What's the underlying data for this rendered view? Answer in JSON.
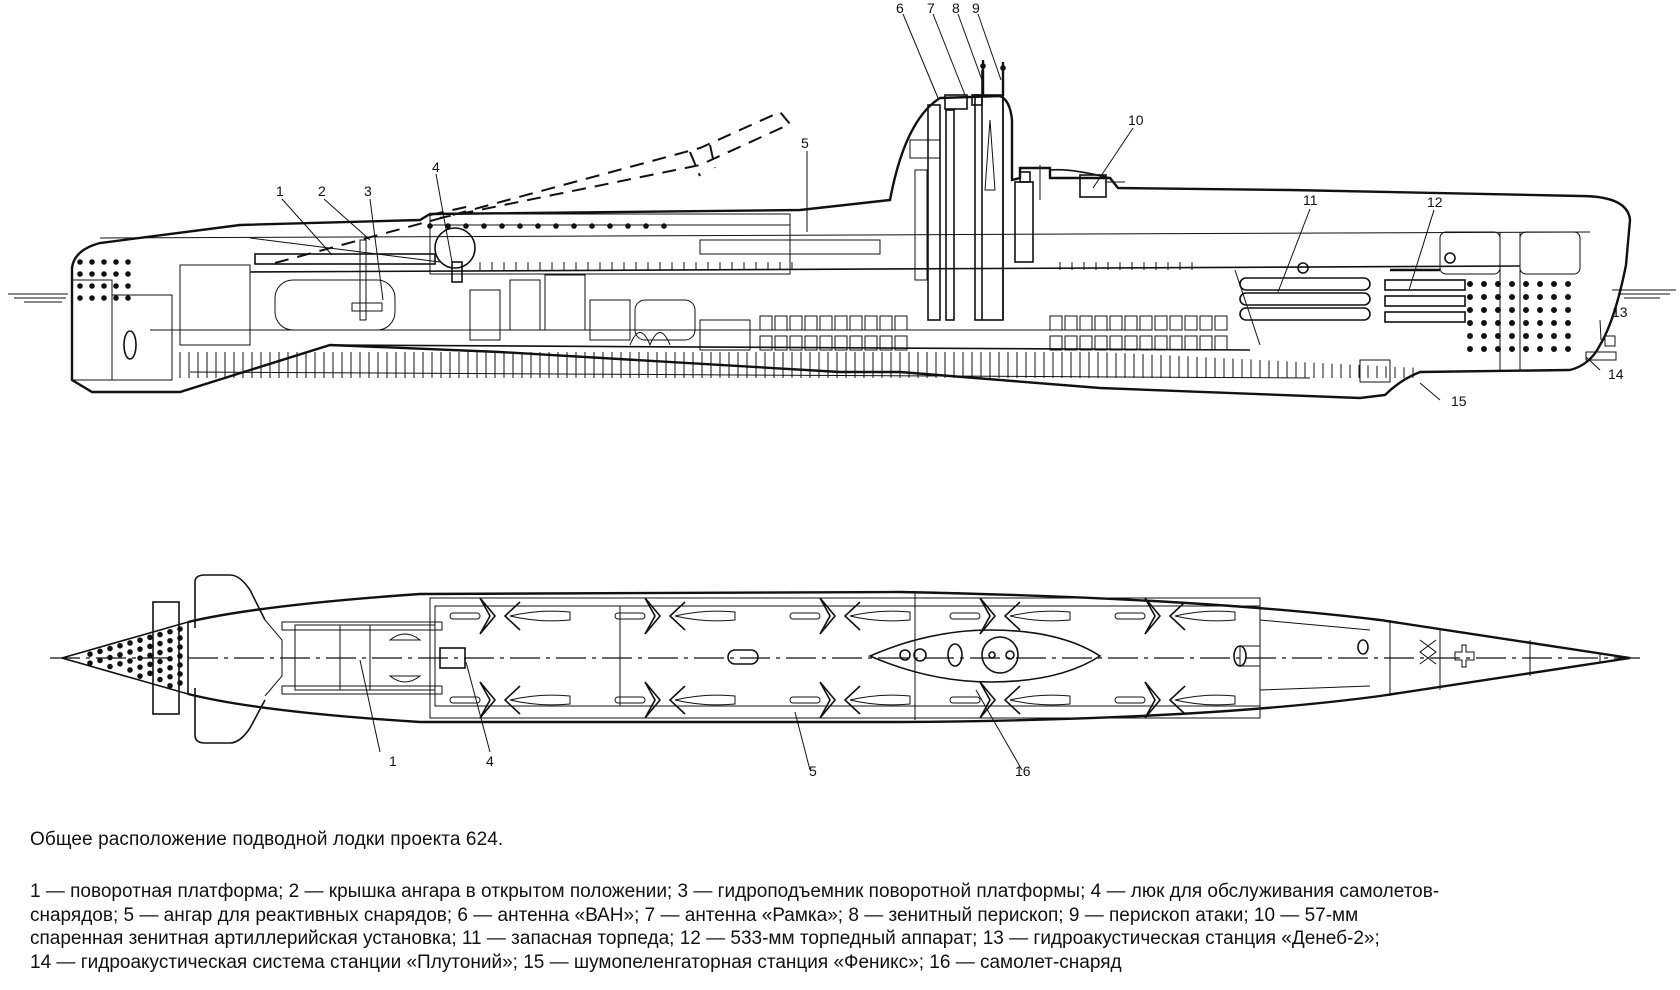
{
  "figure": {
    "title": "Общее расположение подводной лодки проекта 624.",
    "views": [
      "side-profile-cutaway",
      "top-plan"
    ],
    "side_view_callouts": [
      "1",
      "2",
      "3",
      "4",
      "5",
      "6",
      "7",
      "8",
      "9",
      "10",
      "11",
      "12",
      "13",
      "14",
      "15"
    ],
    "top_view_callouts": [
      "1",
      "4",
      "5",
      "16"
    ],
    "legend_lines": [
      "1 — поворотная платформа; 2 — крышка ангара в открытом положении; 3 — гидроподъемник поворотной платформы; 4 — люк для обслуживания самолетов-",
      "снарядов; 5 — ангар для реактивных снарядов; 6 — антенна «ВАН»; 7 — антенна «Рамка»; 8 — зенитный перископ; 9 — перископ атаки; 10 — 57-мм",
      "спаренная зенитная артиллерийская установка; 11 — запасная торпеда; 12 — 533-мм торпедный аппарат; 13 — гидроакустическая станция «Денеб-2»;",
      "14 — гидроакустическая система станции «Плутоний»; 15 — шумопеленгаторная станция «Феникс»; 16 — самолет-снаряд"
    ],
    "legend_items": [
      {
        "num": "1",
        "label": "поворотная платформа"
      },
      {
        "num": "2",
        "label": "крышка ангара в открытом положении"
      },
      {
        "num": "3",
        "label": "гидроподъемник поворотной платформы"
      },
      {
        "num": "4",
        "label": "люк для обслуживания самолетов-снарядов"
      },
      {
        "num": "5",
        "label": "ангар для реактивных снарядов"
      },
      {
        "num": "6",
        "label": "антенна «ВАН»"
      },
      {
        "num": "7",
        "label": "антенна «Рамка»"
      },
      {
        "num": "8",
        "label": "зенитный перископ"
      },
      {
        "num": "9",
        "label": "перископ атаки"
      },
      {
        "num": "10",
        "label": "57-мм спаренная зенитная артиллерийская установка"
      },
      {
        "num": "11",
        "label": "запасная торпеда"
      },
      {
        "num": "12",
        "label": "533-мм торпедный аппарат"
      },
      {
        "num": "13",
        "label": "гидроакустическая станция «Денеб-2»"
      },
      {
        "num": "14",
        "label": "гидроакустическая система станции «Плутоний»"
      },
      {
        "num": "15",
        "label": "шумопеленгаторная станция «Феникс»"
      },
      {
        "num": "16",
        "label": "самолет-снаряд"
      }
    ]
  }
}
